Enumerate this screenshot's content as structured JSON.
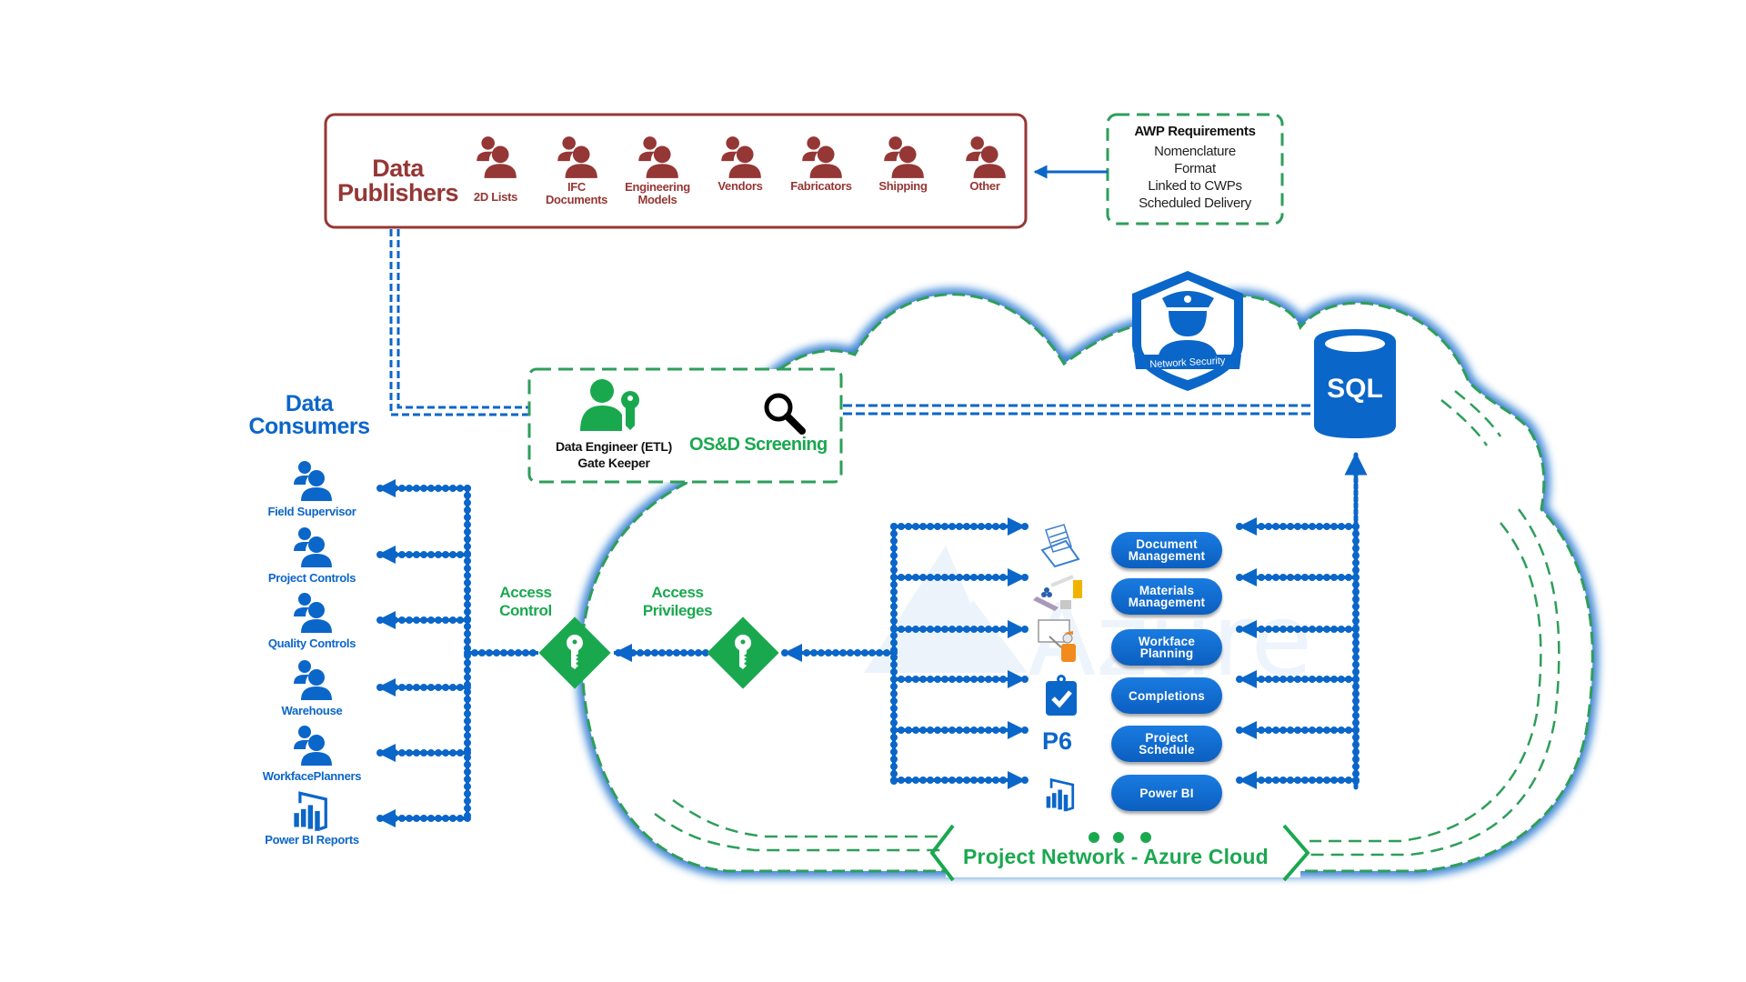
{
  "publishers": {
    "title_line1": "Data",
    "title_line2": "Publishers",
    "items": [
      {
        "label_line1": "2D Lists",
        "label_line2": "",
        "icon": "users-icon"
      },
      {
        "label_line1": "IFC",
        "label_line2": "Documents",
        "icon": "users-icon"
      },
      {
        "label_line1": "Engineering",
        "label_line2": "Models",
        "icon": "users-icon"
      },
      {
        "label_line1": "Vendors",
        "label_line2": "",
        "icon": "users-icon"
      },
      {
        "label_line1": "Fabricators",
        "label_line2": "",
        "icon": "users-icon"
      },
      {
        "label_line1": "Shipping",
        "label_line2": "",
        "icon": "users-icon"
      },
      {
        "label_line1": "Other",
        "label_line2": "",
        "icon": "users-icon"
      }
    ]
  },
  "awp": {
    "title": "AWP Requirements",
    "items": [
      "Nomenclature",
      "Format",
      "Linked to CWPs",
      "Scheduled Delivery"
    ]
  },
  "gatekeeper": {
    "label_line1": "Data Engineer (ETL)",
    "label_line2": "Gate Keeper",
    "screening_label": "OS&D Screening",
    "icons": [
      "user-key-icon",
      "magnifier-icon"
    ]
  },
  "network_security": {
    "label": "Network Security",
    "icon": "security-guard-shield-icon"
  },
  "database": {
    "label": "SQL",
    "icon": "database-cylinder-icon"
  },
  "consumers": {
    "title_line1": "Data",
    "title_line2": "Consumers",
    "items": [
      {
        "label": "Field Supervisor",
        "icon": "users-icon"
      },
      {
        "label": "Project Controls",
        "icon": "users-icon"
      },
      {
        "label": "Quality Controls",
        "icon": "users-icon"
      },
      {
        "label": "Warehouse",
        "icon": "users-icon"
      },
      {
        "label": "WorkfacePlanners",
        "icon": "users-icon"
      },
      {
        "label": "Power BI Reports",
        "icon": "power-bi-icon"
      }
    ]
  },
  "access": {
    "control_line1": "Access",
    "control_line2": "Control",
    "privileges_line1": "Access",
    "privileges_line2": "Privileges"
  },
  "services": [
    {
      "line1": "Document",
      "line2": "Management",
      "icon": "document-folder-icon"
    },
    {
      "line1": "Materials",
      "line2": "Management",
      "icon": "materials-icon"
    },
    {
      "line1": "Workface",
      "line2": "Planning",
      "icon": "worker-whiteboard-icon"
    },
    {
      "line1": "Completions",
      "line2": "",
      "icon": "clipboard-check-icon"
    },
    {
      "line1": "Project",
      "line2": "Schedule",
      "icon": "p6-icon",
      "icon_text": "P6"
    },
    {
      "line1": "Power BI",
      "line2": "",
      "icon": "power-bi-icon"
    }
  ],
  "cloud": {
    "banner": "Project Network - Azure Cloud",
    "watermark": "Azure"
  },
  "colors": {
    "publisher_brown": "#953735",
    "primary_blue": "#0b66c9",
    "accent_green": "#1aa84f",
    "dashed_green": "#2e9e5a"
  }
}
